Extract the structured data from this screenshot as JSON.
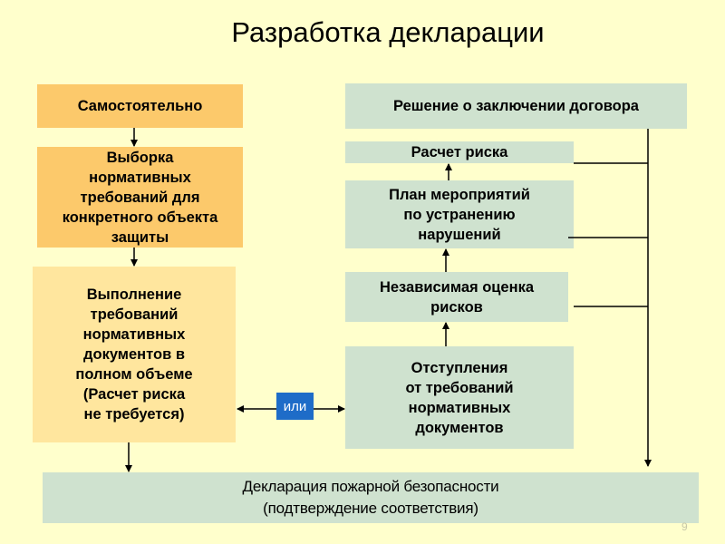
{
  "title": "Разработка декларации",
  "left_column": {
    "self": "Самостоятельно",
    "selection": "Выборка\nнормативных\nтребований для\nконкретного объекта\nзащиты",
    "fulfillment": "Выполнение\nтребований\nнормативных\nдокументов  в\nполном объеме\n(Расчет риска\nне требуется)"
  },
  "right_column": {
    "contract_decision": "Решение о заключении договора",
    "risk_calc": "Расчет риска",
    "action_plan": "План мероприятий\nпо устранению\nнарушений",
    "independent_assessment": "Независимая оценка\nрисков",
    "deviations": "Отступления\nот требований\nнормативных\nдокументов"
  },
  "or_label": "или",
  "result_box": "Декларация пожарной безопасности\n(подтверждение соответствия)",
  "page_number": "9",
  "colors": {
    "background": "#ffffcc",
    "orange": "#fcc96b",
    "light_orange": "#ffe69e",
    "green": "#cfe2cf",
    "or_badge": "#1e6cc8"
  }
}
